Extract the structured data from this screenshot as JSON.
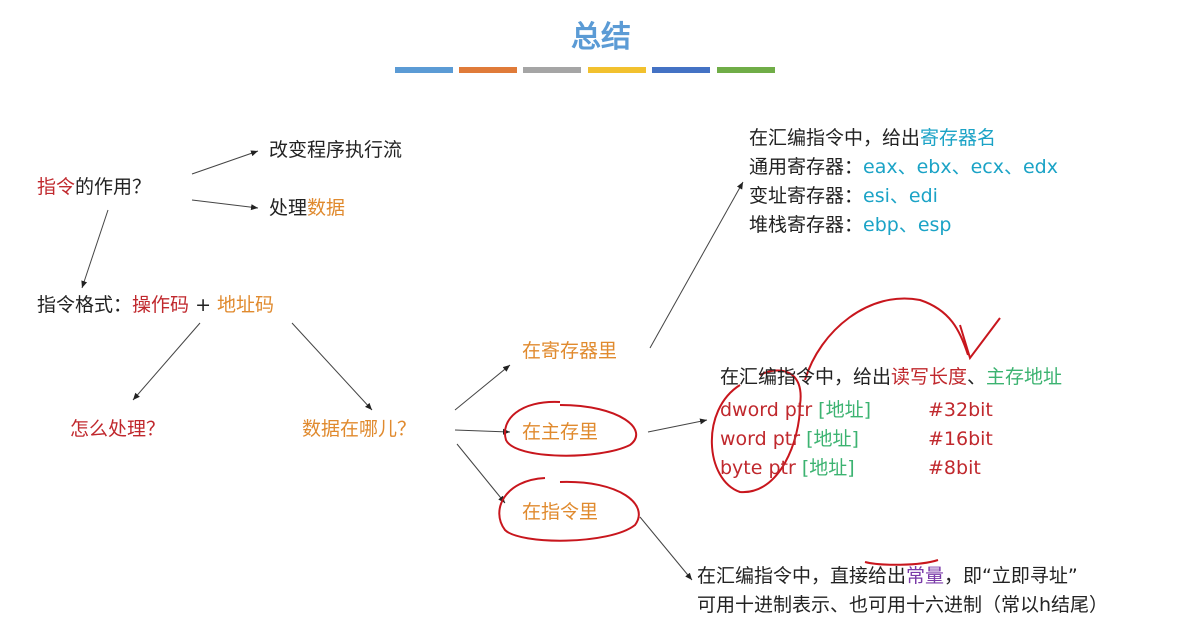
{
  "title": "总结",
  "colors": {
    "bars": [
      "#5b9bd5",
      "#e07b39",
      "#a5a5a5",
      "#f2c12e",
      "#4472c4",
      "#70ad47"
    ],
    "red": "#c0282d",
    "orange": "#e08a2e",
    "cyan": "#1ba3c6",
    "green": "#3cb371",
    "purple": "#7a3aa8"
  },
  "role": {
    "a": "指令",
    "b": "的作用？"
  },
  "change_flow": "改变程序执行流",
  "process": {
    "a": "处理",
    "b": "数据"
  },
  "format": {
    "a": "指令格式：",
    "op": "操作码",
    "plus": " + ",
    "addr": "地址码"
  },
  "how": "怎么处理？",
  "where": "数据在哪儿？",
  "loc": {
    "reg": "在寄存器里",
    "mem": "在主存里",
    "ins": "在指令里"
  },
  "reg_box": {
    "l1a": "在汇编指令中，给出",
    "l1b": "寄存器名",
    "l2a": "通用寄存器：",
    "l2b": "eax、ebx、ecx、edx",
    "l3a": "变址寄存器：",
    "l3b": "esi、edi",
    "l4a": "堆栈寄存器：",
    "l4b": "ebp、esp"
  },
  "mem_box": {
    "l1a": "在汇编指令中，给出",
    "l1b": "读写长度",
    "l1c": "、",
    "l1d": "主存地址",
    "rows": [
      {
        "p": "dword ptr ",
        "a": "[地址]",
        "b": "#32bit"
      },
      {
        "p": "word ptr ",
        "a": "[地址]",
        "b": "#16bit"
      },
      {
        "p": "byte ptr ",
        "a": "[地址]",
        "b": "#8bit"
      }
    ]
  },
  "imm_box": {
    "l1a": "在汇编指令中，",
    "l1b": "直接给出",
    "l1c": "常量",
    "l1d": "，即“立即寻址”",
    "l2": "可用十进制表示、也可用十六进制（常以h结尾）"
  }
}
